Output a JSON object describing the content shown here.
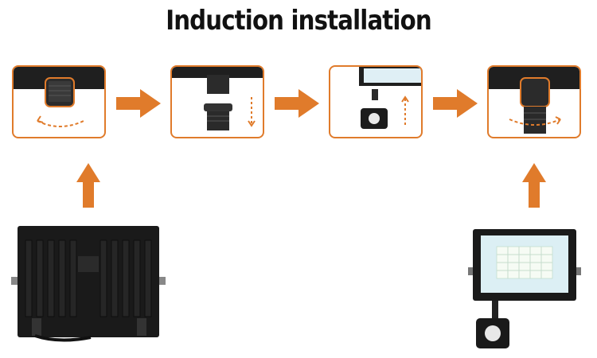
{
  "title": "Induction installation",
  "colors": {
    "accent": "#e07b2b",
    "body": "#1a1a1a"
  },
  "steps": [
    {
      "name": "step-1",
      "icon": "rotate-remove-cap-icon"
    },
    {
      "name": "step-2",
      "icon": "pull-out-plug-icon"
    },
    {
      "name": "step-3",
      "icon": "insert-sensor-icon"
    },
    {
      "name": "step-4",
      "icon": "rotate-tighten-icon"
    }
  ]
}
